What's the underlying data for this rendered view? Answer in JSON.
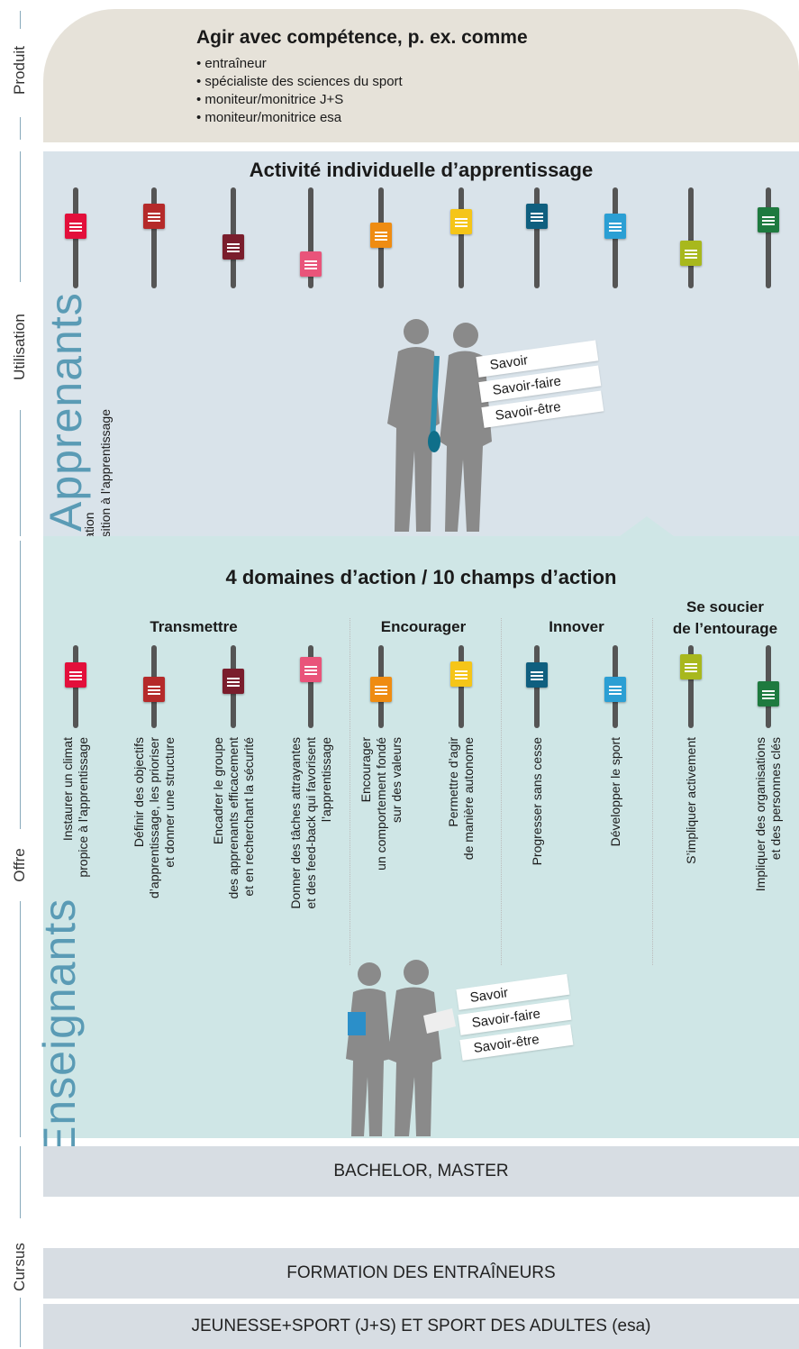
{
  "side_labels": {
    "produit": "Produit",
    "utilisation": "Utilisation",
    "offre": "Offre",
    "cursus": "Cursus"
  },
  "produit": {
    "title": "Agir avec compétence, p. ex. comme",
    "items": [
      "• entraîneur",
      "• spécialiste des sciences du sport",
      "• moniteur/monitrice J+S",
      "• moniteur/monitrice esa"
    ]
  },
  "utilisation": {
    "title": "Activité individuelle d’apprentissage",
    "big_word": "Apprenants",
    "notes": [
      "• Motivation",
      "• Disposition à l’apprentissage"
    ],
    "ksa": [
      "Savoir",
      "Savoir-faire",
      "Savoir-être"
    ]
  },
  "offre": {
    "title": "4 domaines d’action / 10 champs d’action",
    "big_word": "Enseignants",
    "groups": [
      "Transmettre",
      "Encourager",
      "Innover",
      "Se soucier\nde l’entourage"
    ],
    "fields": [
      "Instaurer un climat\npropice à l’apprentissage",
      "Définir des objectifs\nd’apprentissage, les prioriser\net donner une structure",
      "Encadrer le groupe\ndes apprenants efficacement\net en recherchant la sécurité",
      "Donner des tâches attrayantes\net des feed-back qui favorisent\nl’apprentissage",
      "Encourager\nun comportement fondé\nsur des valeurs",
      "Permettre d’agir\nde manière autonome",
      "Progresser sans cesse",
      "Développer le sport",
      "S’impliquer activement",
      "Impliquer des organisations\net des personnes clés"
    ],
    "ksa": [
      "Savoir",
      "Savoir-faire",
      "Savoir-être"
    ]
  },
  "colors": [
    "#e30f3b",
    "#b52a2a",
    "#7a1d2c",
    "#e9547a",
    "#ef8c12",
    "#f5c518",
    "#0f5f7f",
    "#2b9fd4",
    "#a8b81d",
    "#1e7a3f"
  ],
  "slider_levels_top": [
    0.35,
    0.22,
    0.62,
    0.85,
    0.46,
    0.28,
    0.22,
    0.35,
    0.7,
    0.26
  ],
  "slider_levels_offre": [
    0.3,
    0.55,
    0.4,
    0.2,
    0.55,
    0.28,
    0.3,
    0.55,
    0.15,
    0.62
  ],
  "cursus": [
    "BACHELOR, MASTER",
    "FORMATION DES ENTRAÎNEURS",
    "JEUNESSE+SPORT (J+S) ET SPORT DES ADULTES (esa)"
  ]
}
